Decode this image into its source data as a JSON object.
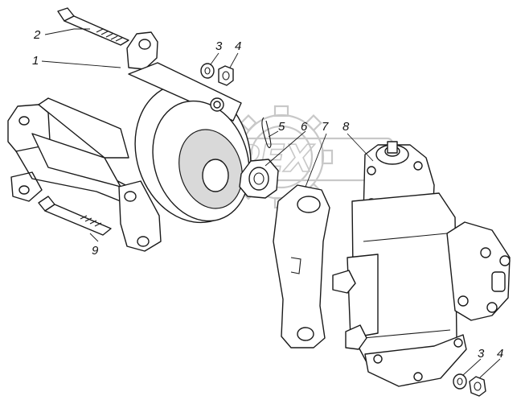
{
  "diagram": {
    "callouts": [
      {
        "id": "c1",
        "text": "1"
      },
      {
        "id": "c2",
        "text": "2"
      },
      {
        "id": "c3a",
        "text": "3"
      },
      {
        "id": "c4a",
        "text": "4"
      },
      {
        "id": "c5",
        "text": "5"
      },
      {
        "id": "c6",
        "text": "6"
      },
      {
        "id": "c7",
        "text": "7"
      },
      {
        "id": "c8",
        "text": "8"
      },
      {
        "id": "c9",
        "text": "9"
      },
      {
        "id": "c3b",
        "text": "3"
      },
      {
        "id": "c4b",
        "text": "4"
      }
    ],
    "watermark": "OPEX"
  }
}
